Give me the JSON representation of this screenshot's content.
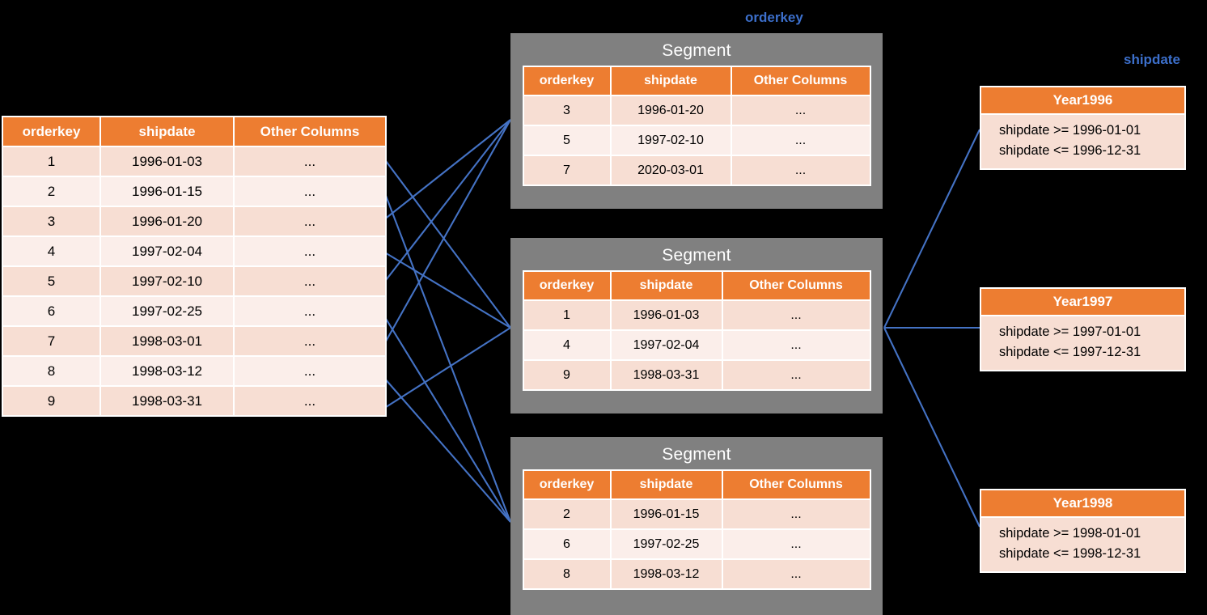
{
  "colors": {
    "background": "#000000",
    "header_orange": "#ED7D31",
    "row_dark": "#F7DED3",
    "row_light": "#FBEEEA",
    "segment_grey": "#808080",
    "edge_blue": "#4472C4",
    "label_blue": "#3C6FCB"
  },
  "labels": {
    "orderkey": "orderkey",
    "shipdate": "shipdate"
  },
  "source_table": {
    "name": "source-table",
    "columns": [
      "orderkey",
      "shipdate",
      "Other Columns"
    ],
    "rows": [
      [
        "1",
        "1996-01-03",
        "..."
      ],
      [
        "2",
        "1996-01-15",
        "..."
      ],
      [
        "3",
        "1996-01-20",
        "..."
      ],
      [
        "4",
        "1997-02-04",
        "..."
      ],
      [
        "5",
        "1997-02-10",
        "..."
      ],
      [
        "6",
        "1997-02-25",
        "..."
      ],
      [
        "7",
        "1998-03-01",
        "..."
      ],
      [
        "8",
        "1998-03-12",
        "..."
      ],
      [
        "9",
        "1998-03-31",
        "..."
      ]
    ]
  },
  "segments": [
    {
      "title": "Segment",
      "columns": [
        "orderkey",
        "shipdate",
        "Other Columns"
      ],
      "rows": [
        [
          "3",
          "1996-01-20",
          "..."
        ],
        [
          "5",
          "1997-02-10",
          "..."
        ],
        [
          "7",
          "2020-03-01",
          "..."
        ]
      ]
    },
    {
      "title": "Segment",
      "columns": [
        "orderkey",
        "shipdate",
        "Other Columns"
      ],
      "rows": [
        [
          "1",
          "1996-01-03",
          "..."
        ],
        [
          "4",
          "1997-02-04",
          "..."
        ],
        [
          "9",
          "1998-03-31",
          "..."
        ]
      ]
    },
    {
      "title": "Segment",
      "columns": [
        "orderkey",
        "shipdate",
        "Other Columns"
      ],
      "rows": [
        [
          "2",
          "1996-01-15",
          "..."
        ],
        [
          "6",
          "1997-02-25",
          "..."
        ],
        [
          "8",
          "1998-03-12",
          "..."
        ]
      ]
    }
  ],
  "partitions": [
    {
      "title": "Year1996",
      "conditions": [
        "shipdate >= 1996-01-01",
        "shipdate <= 1996-12-31"
      ]
    },
    {
      "title": "Year1997",
      "conditions": [
        "shipdate >= 1997-01-01",
        "shipdate <= 1997-12-31"
      ]
    },
    {
      "title": "Year1998",
      "conditions": [
        "shipdate >= 1998-01-01",
        "shipdate <= 1998-12-31"
      ]
    }
  ]
}
